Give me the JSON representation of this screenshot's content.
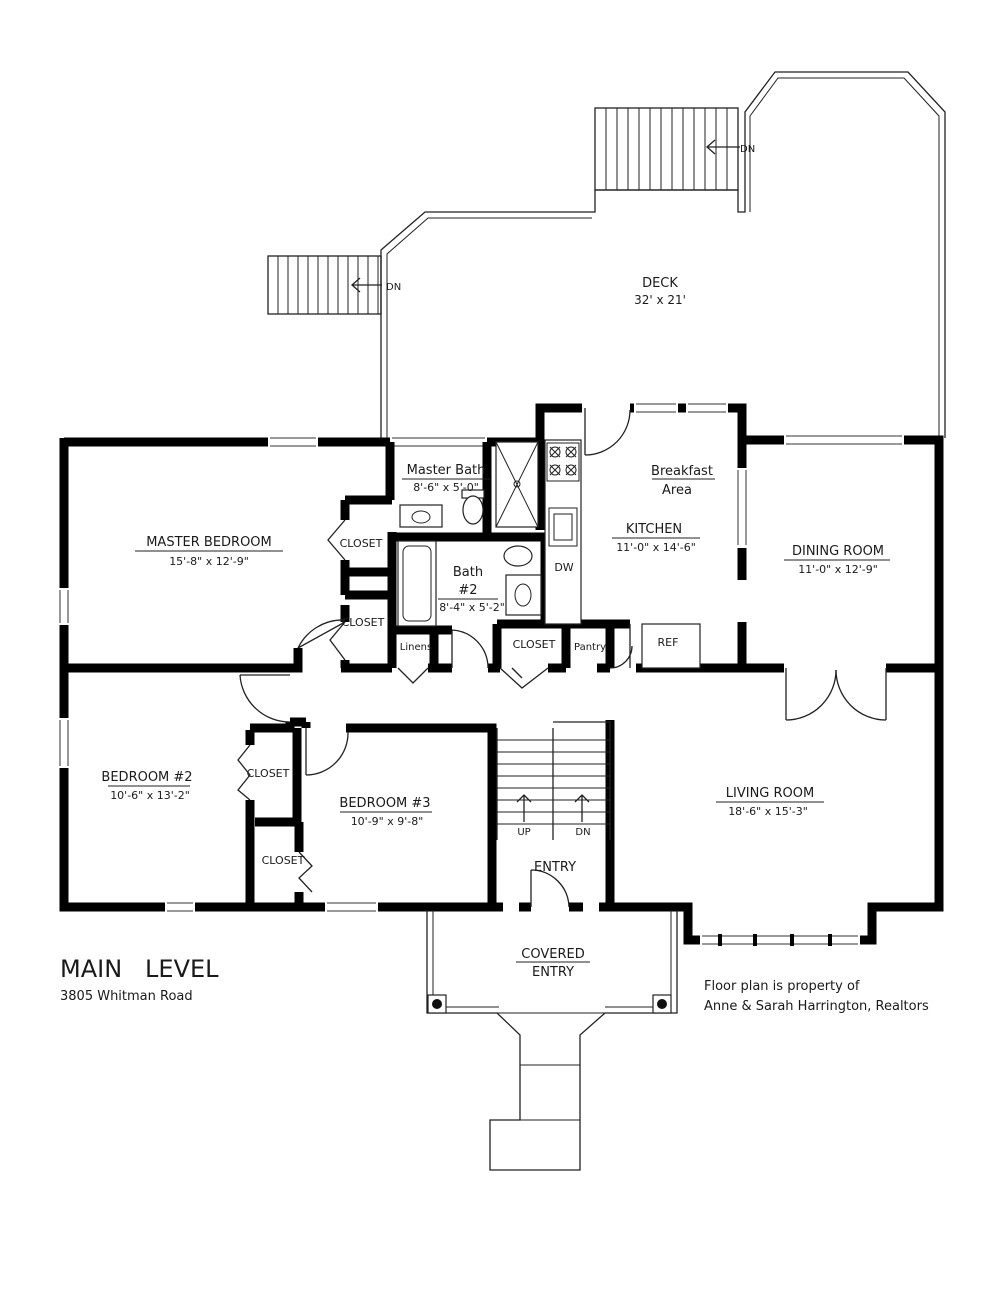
{
  "rooms": {
    "deck": {
      "name": "DECK",
      "size": "32' x 21'"
    },
    "master_bedroom": {
      "name": "MASTER BEDROOM",
      "size": "15'-8\" x 12'-9\""
    },
    "master_bath": {
      "name": "Master Bath",
      "size": "8'-6\" x 5'-0\""
    },
    "bath2": {
      "name_line1": "Bath",
      "name_line2": "#2",
      "size": "8'-4\" x 5'-2\""
    },
    "breakfast": {
      "name_line1": "Breakfast",
      "name_line2": "Area"
    },
    "kitchen": {
      "name": "KITCHEN",
      "size": "11'-0\" x 14'-6\""
    },
    "dining_room": {
      "name": "DINING ROOM",
      "size": "11'-0\" x 12'-9\""
    },
    "bedroom2": {
      "name": "BEDROOM #2",
      "size": "10'-6\" x 13'-2\""
    },
    "bedroom3": {
      "name": "BEDROOM #3",
      "size": "10'-9\" x 9'-8\""
    },
    "living_room": {
      "name": "LIVING ROOM",
      "size": "18'-6\" x 15'-3\""
    },
    "entry": {
      "name": "ENTRY"
    },
    "covered_entry": {
      "name_line1": "COVERED",
      "name_line2": "ENTRY"
    }
  },
  "labels": {
    "closet": "CLOSET",
    "linens": "Linens",
    "pantry": "Pantry",
    "dw": "DW",
    "ref": "REF",
    "dn": "DN",
    "up": "UP"
  },
  "footer": {
    "title": "MAIN   LEVEL",
    "address": "3805 Whitman Road",
    "credit_line1": "Floor plan is property of",
    "credit_line2": "Anne & Sarah Harrington, Realtors"
  }
}
